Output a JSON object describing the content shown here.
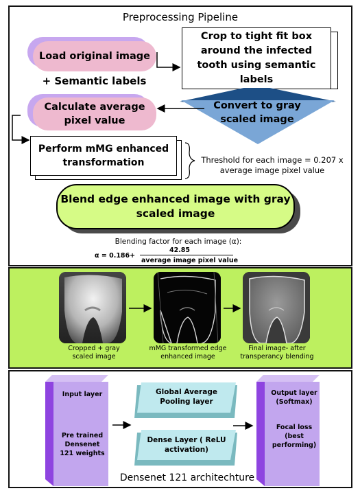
{
  "preprocessing": {
    "title": "Preprocessing Pipeline",
    "load_image": "Load original image",
    "semantic_labels": "+ Semantic labels",
    "crop": "Crop to tight fit box around the infected tooth using semantic labels",
    "convert_gray": "Convert to gray scaled image",
    "avg_pixel": "Calculate average pixel value",
    "mmg": "Perform mMG enhanced transformation",
    "threshold": "Threshold for each image  = 0.207 x average image pixel value",
    "blend": "Blend edge enhanced image with gray scaled image",
    "blend_factor_label": "Blending factor for each image (α):",
    "formula_prefix": "α = 0.186+",
    "formula_numerator": "42.85",
    "formula_denominator": "average image pixel value"
  },
  "images": {
    "caption1": "Cropped + gray scaled image",
    "caption2": "mMG transformed edge enhanced image",
    "caption3": "Final image- after transperancy blending"
  },
  "architecture": {
    "title": "Densenet 121 architechture",
    "input_layer": "Input layer",
    "pretrained": "Pre trained Densenet 121 weights",
    "gap": "Global Average Pooling layer",
    "dense": "Dense Layer ( ReLU activation)",
    "output_layer": "Output layer (Softmax)",
    "focal_loss": "Focal loss (best performing)"
  },
  "colors": {
    "pink": "#eeb9cf",
    "lavender": "#c7a7ef",
    "green": "#d6fb86",
    "steel_blue": "#7aa6d6",
    "navy": "#1d4f86",
    "light_cyan": "#bfe9ee",
    "purple_dark": "#8e44e0",
    "purple_light": "#c2a6ee"
  }
}
